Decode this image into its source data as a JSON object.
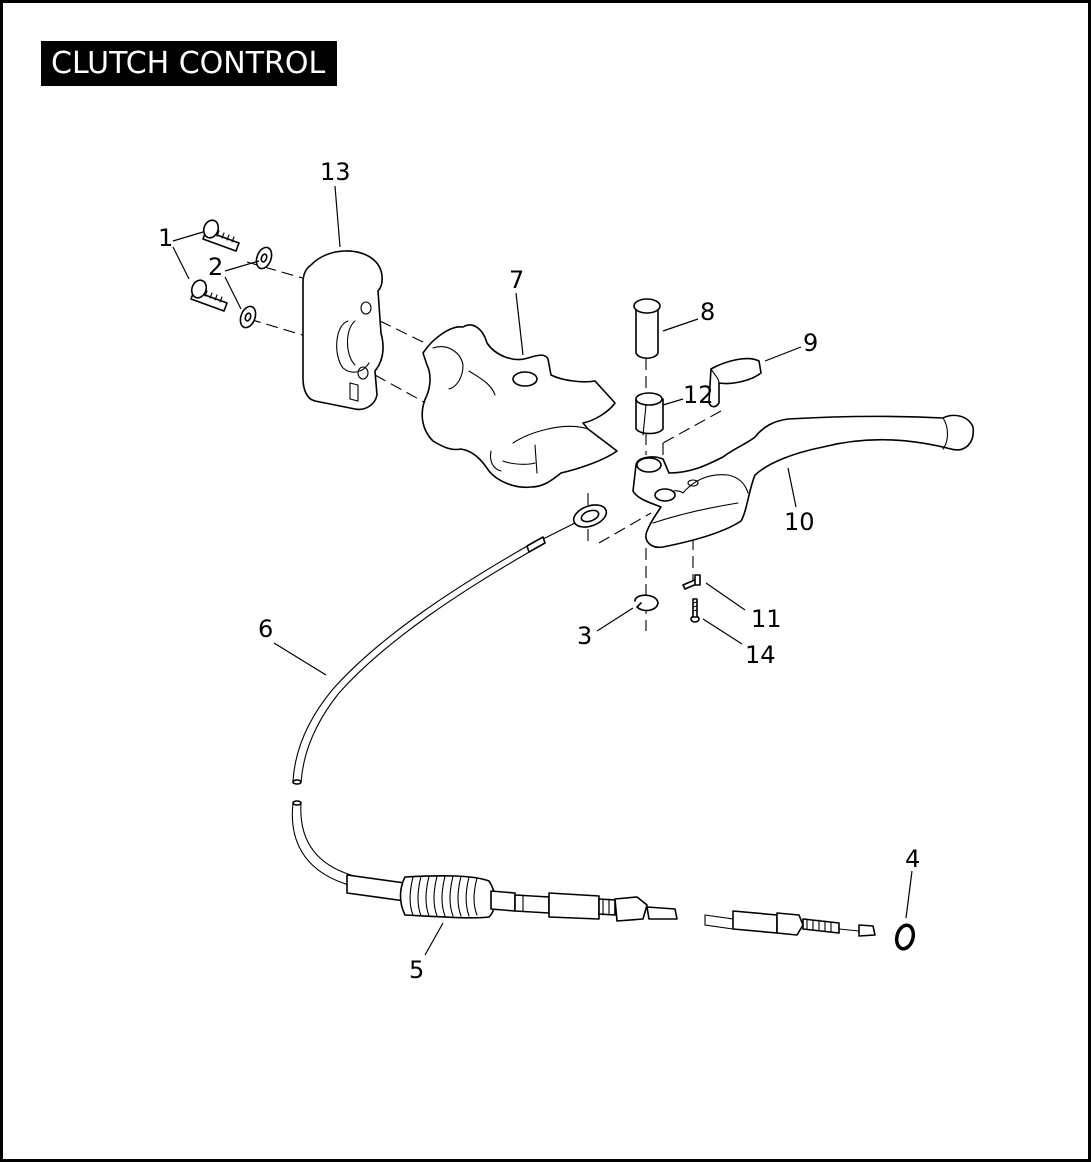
{
  "title": "CLUTCH CONTROL",
  "callouts": {
    "c1": "1",
    "c2": "2",
    "c3": "3",
    "c4": "4",
    "c5": "5",
    "c6": "6",
    "c7": "7",
    "c8": "8",
    "c9": "9",
    "c10": "10",
    "c11": "11",
    "c12": "12",
    "c13": "13",
    "c14": "14"
  },
  "colors": {
    "ink": "#000000",
    "paper": "#ffffff"
  }
}
